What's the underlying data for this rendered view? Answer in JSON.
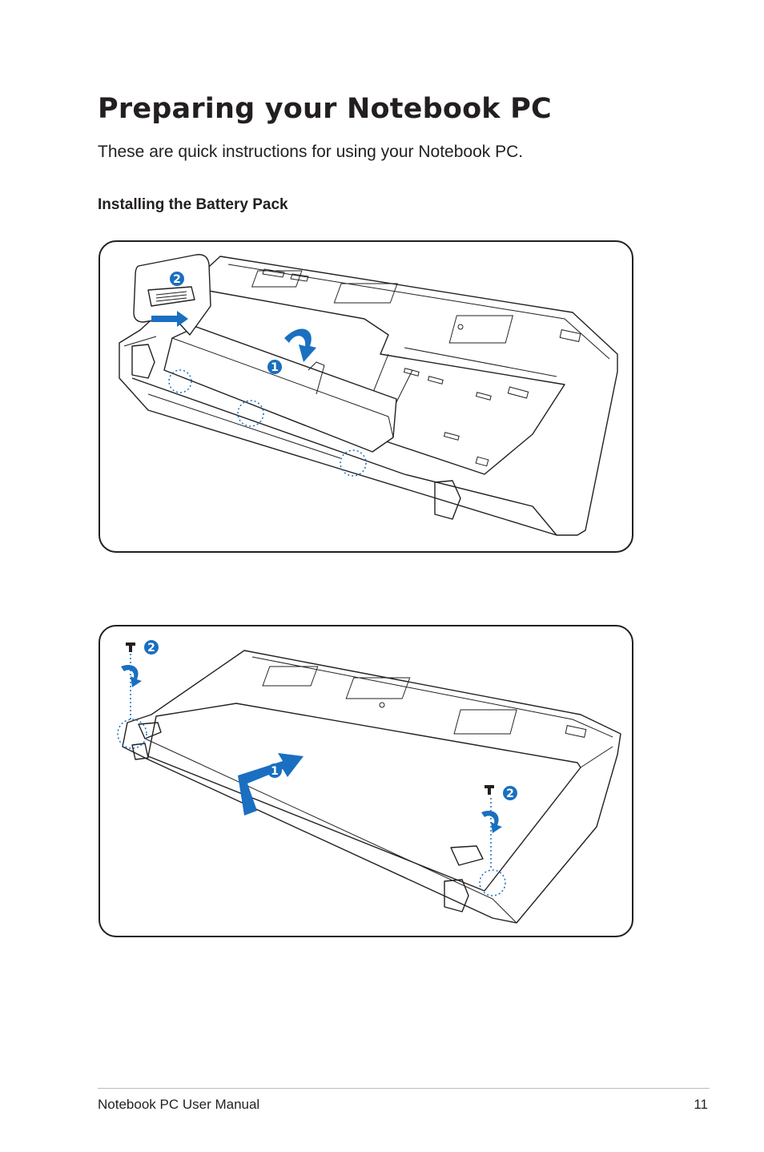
{
  "page": {
    "title": "Preparing your Notebook PC",
    "intro": "These are quick instructions for using your Notebook PC.",
    "section_heading": "Installing the Battery Pack"
  },
  "figures": [
    {
      "steps": [
        "1",
        "2"
      ]
    },
    {
      "steps": [
        "1",
        "2",
        "2"
      ]
    }
  ],
  "footer": {
    "left": "Notebook PC User Manual",
    "page_number": "11"
  },
  "colors": {
    "text": "#231f20",
    "accent_blue": "#1a6fc0",
    "panel_border": "#231f20"
  }
}
